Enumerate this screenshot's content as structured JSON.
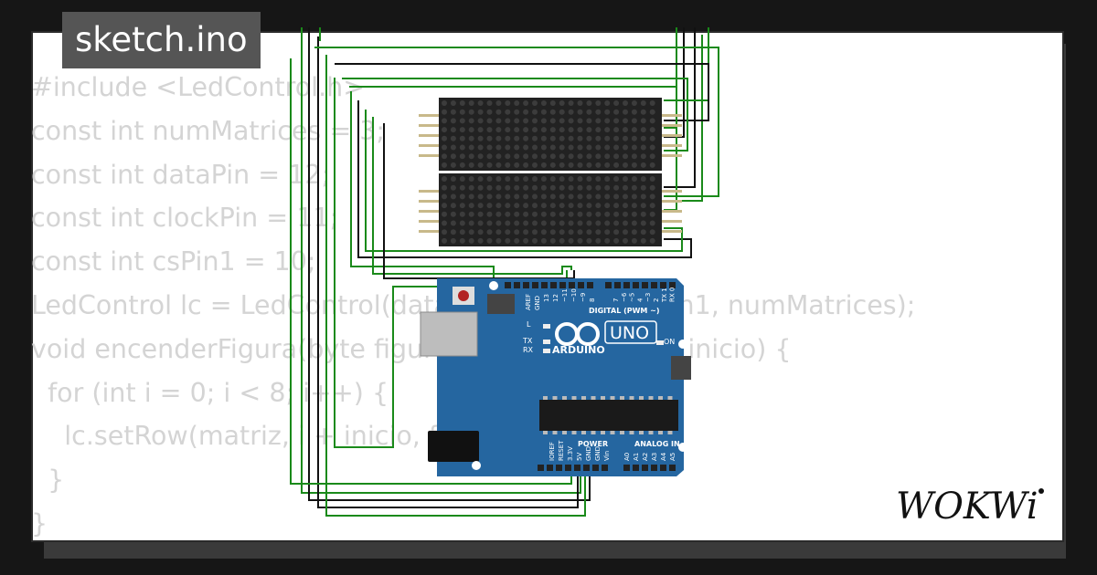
{
  "title": "sketch.ino",
  "code_lines": [
    "#include <LedControl.h>",
    "const int numMatrices = 3;",
    "const int dataPin = 12;",
    "const int clockPin = 11;",
    "const int csPin1 = 10;",
    "LedControl lc = LedControl(dataPin, clockPin, csPin1, numMatrices);",
    "void encenderFigura(byte figura[8], int matriz, int inicio) {",
    "  for (int i = 0; i < 8; i++) {",
    "    lc.setRow(matriz, i + inicio, figura[i]);",
    "  }",
    "}"
  ],
  "board": {
    "model": "UNO",
    "brand": "ARDUINO",
    "label_digital": "DIGITAL (PWM ~)",
    "label_on": "ON",
    "label_l": "L",
    "label_tx": "TX",
    "label_rx": "RX",
    "label_power": "POWER",
    "label_analog": "ANALOG IN",
    "label_aref": "AREF",
    "label_gnd": "GND",
    "digital_pins": [
      "13",
      "12",
      "~11",
      "~10",
      "~9",
      "8",
      "7",
      "~6",
      "~5",
      "4",
      "~3",
      "2",
      "TX 1",
      "RX 0"
    ],
    "power_pins": [
      "IOREF",
      "RESET",
      "3.3V",
      "5V",
      "GND",
      "GND",
      "Vin"
    ],
    "analog_pins": [
      "A0",
      "A1",
      "A2",
      "A3",
      "A4",
      "A5"
    ]
  },
  "logo": "WOKWi",
  "colors": {
    "wire_green": "#1a8a1a",
    "wire_black": "#111111",
    "board_blue": "#2566a0",
    "matrix": "#222222",
    "code_text": "#d4d4d4"
  }
}
